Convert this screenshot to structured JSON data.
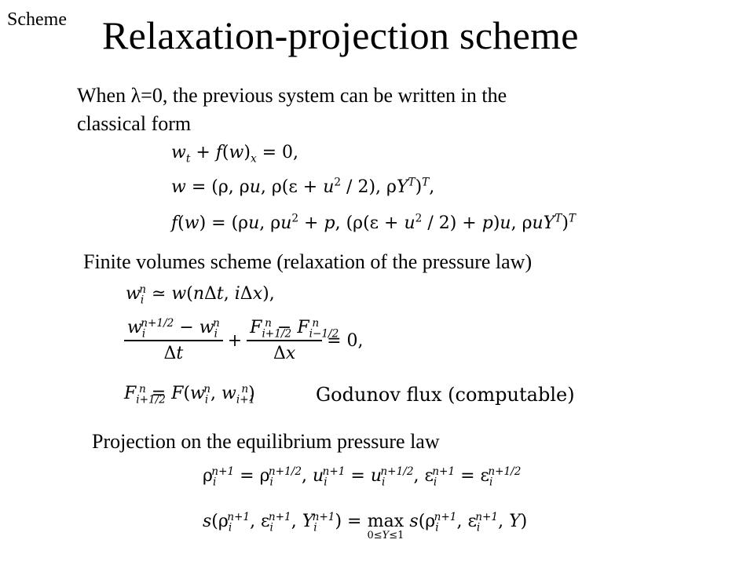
{
  "header": {
    "section_tag": "Scheme",
    "title": "Relaxation-projection scheme"
  },
  "intro": {
    "line1": "When λ=0, the previous system can be written in the",
    "line2": "classical form"
  },
  "finite_volumes": {
    "heading": "Finite volumes scheme (relaxation of the pressure law)",
    "flux_note": "Godunov flux (computable)"
  },
  "projection": {
    "heading": "Projection on the equilibrium pressure law"
  }
}
